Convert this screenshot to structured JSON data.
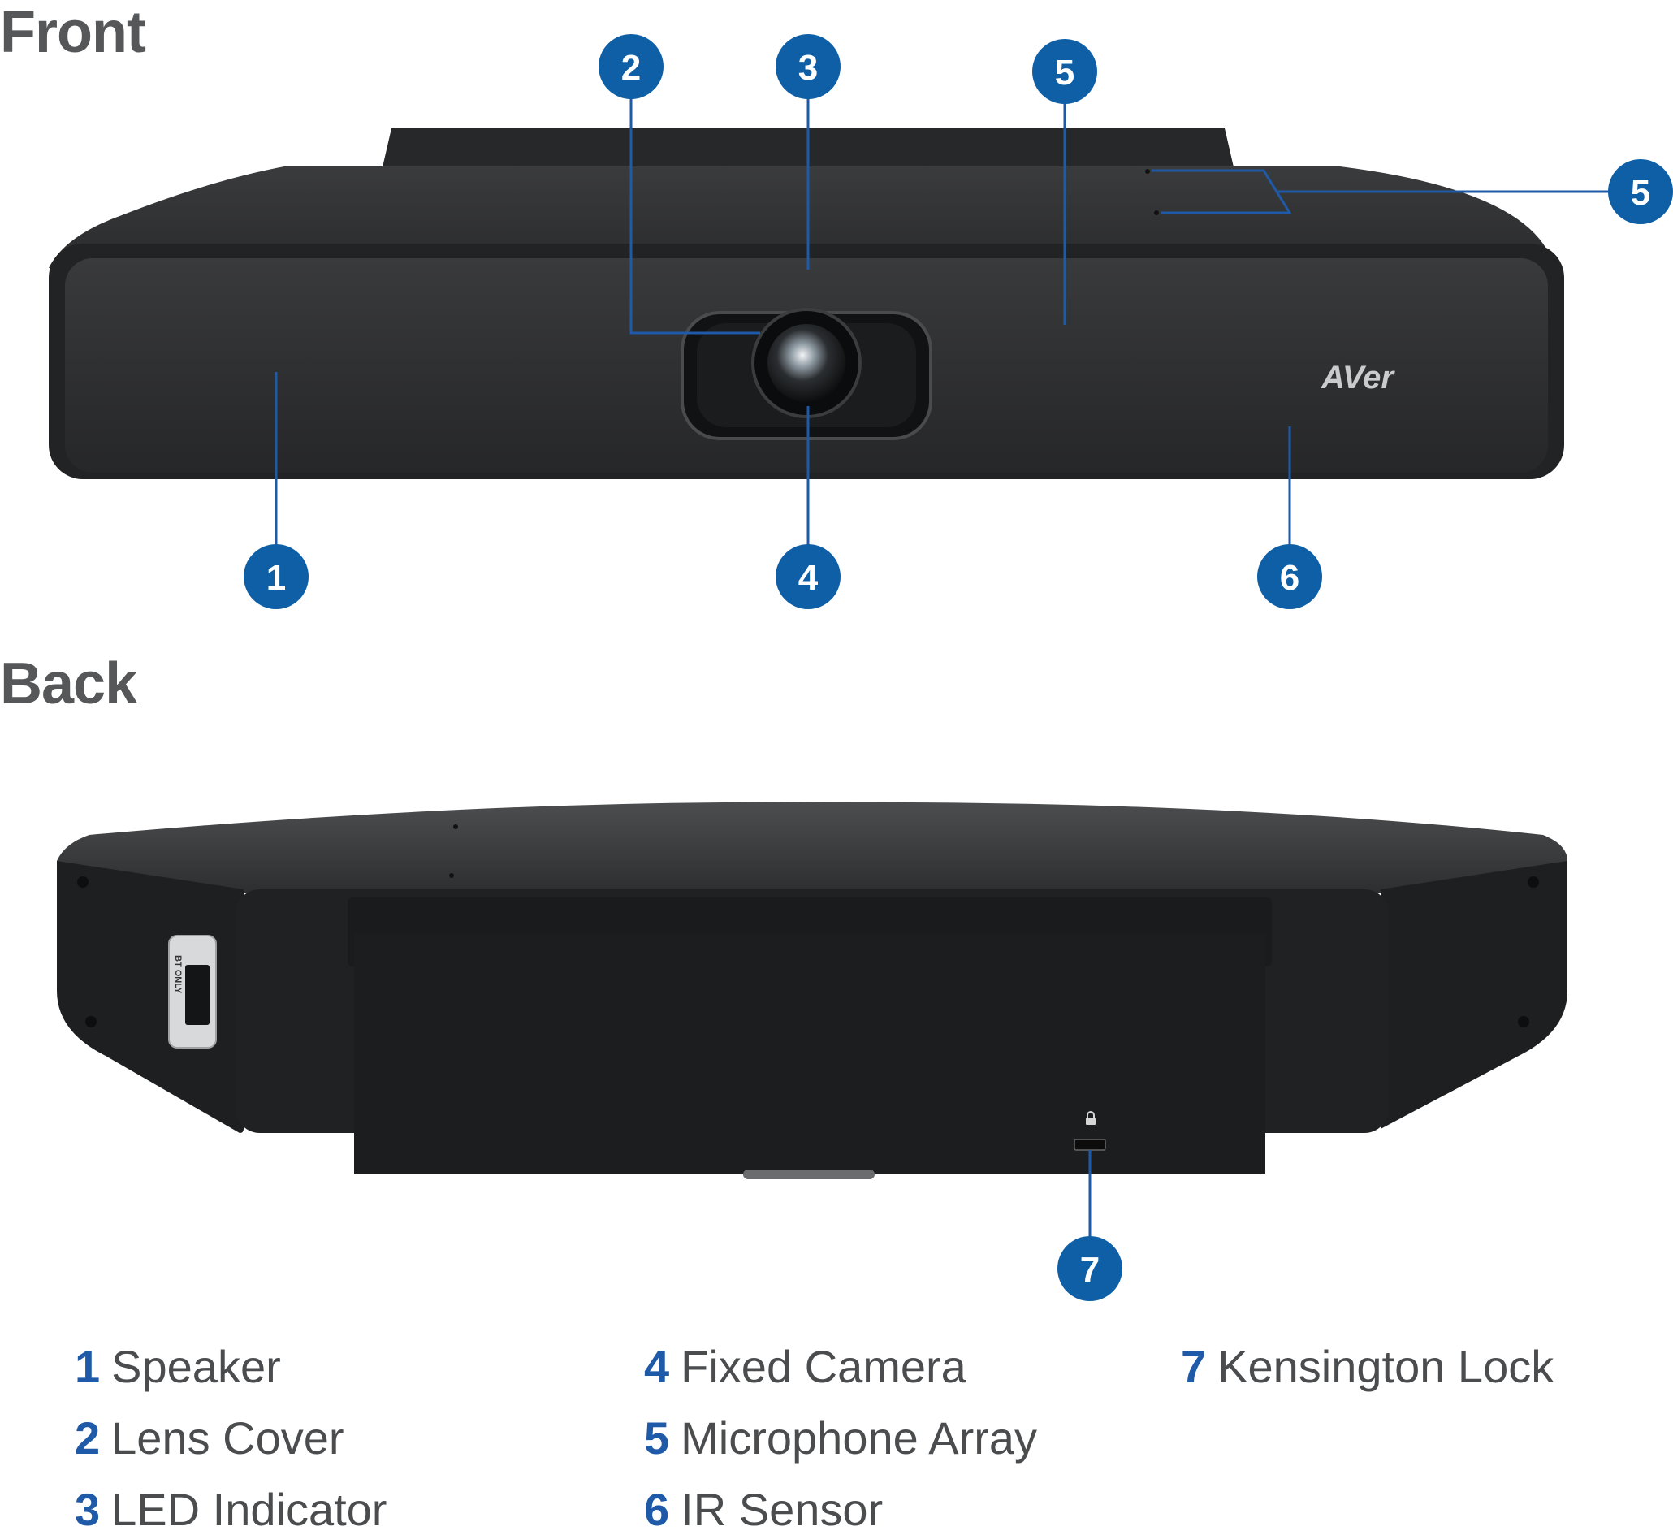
{
  "sections": {
    "front": "Front",
    "back": "Back"
  },
  "brand": "AVer",
  "bt_label": "BT ONLY",
  "colors": {
    "callout": "#0e5fa6",
    "line": "#1f5aa8",
    "device": "#2e2f31",
    "title": "#555759",
    "legend_num": "#1f5aa8"
  },
  "callouts": [
    "1",
    "2",
    "3",
    "4",
    "5",
    "5",
    "6",
    "7"
  ],
  "legend": [
    {
      "num": "1",
      "label": "Speaker"
    },
    {
      "num": "2",
      "label": "Lens Cover"
    },
    {
      "num": "3",
      "label": "LED Indicator"
    },
    {
      "num": "4",
      "label": "Fixed Camera"
    },
    {
      "num": "5",
      "label": "Microphone Array"
    },
    {
      "num": "6",
      "label": "IR Sensor"
    },
    {
      "num": "7",
      "label": "Kensington Lock"
    }
  ]
}
